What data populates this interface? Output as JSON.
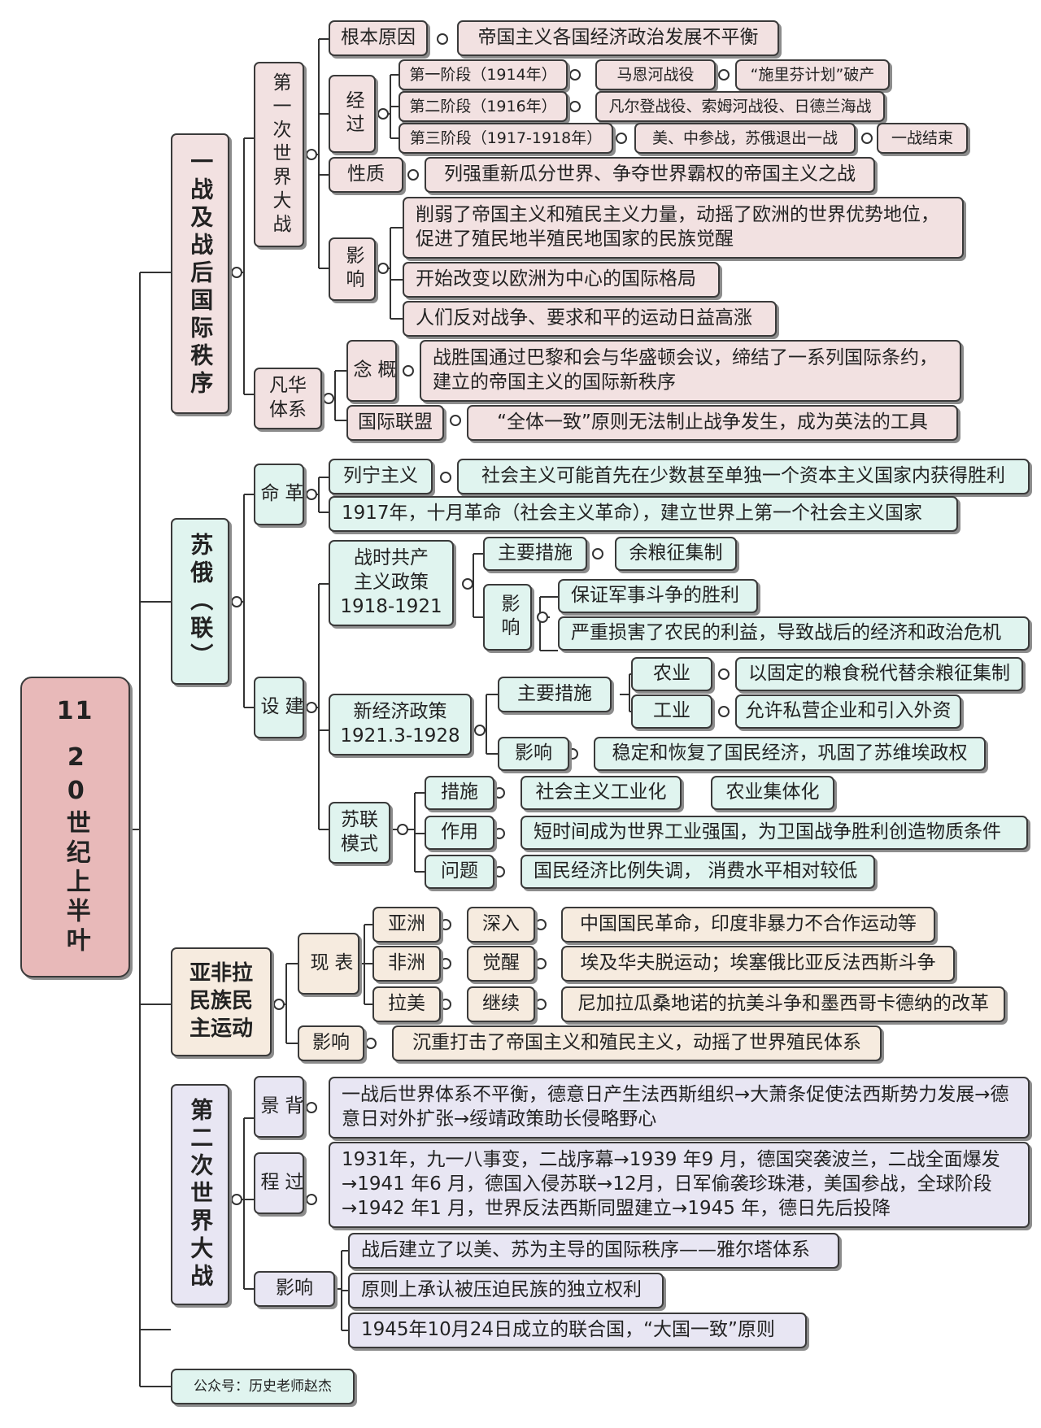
{
  "root": {
    "number": "11",
    "title": "20世纪上半叶"
  },
  "s1": {
    "title": "一战及战后国际秩序",
    "ww1": "第一次世界大战",
    "cause_label": "根本原因",
    "cause_text": "帝国主义各国经济政治发展不平衡",
    "course_label": "经过",
    "stage1": "第一阶段（1914年）",
    "stage1_a": "马恩河战役",
    "stage1_b": "“施里芬计划”破产",
    "stage2": "第二阶段（1916年）",
    "stage2_a": "凡尔登战役、索姆河战役、日德兰海战",
    "stage3": "第三阶段（1917-1918年）",
    "stage3_a": "美、中参战，苏俄退出一战",
    "stage3_b": "一战结束",
    "nature_label": "性质",
    "nature_text": "列强重新瓜分世界、争夺世界霸权的帝国主义之战",
    "impact_label": "影响",
    "impact1": "削弱了帝国主义和殖民主义力量，动摇了欧洲的世界优势地位，促进了殖民地半殖民地国家的民族觉醒",
    "impact2": "开始改变以欧洲为中心的国际格局",
    "impact3": "人们反对战争、要求和平的运动日益高涨",
    "vw": "凡华体系",
    "concept_label": "概念",
    "concept_text": "战胜国通过巴黎和会与华盛顿会议，缔结了一系列国际条约，建立的帝国主义的国际新秩序",
    "league": "国际联盟",
    "league_text": "“全体一致”原则无法制止战争发生，成为英法的工具"
  },
  "s2": {
    "title": "苏俄（联）",
    "rev": "革命",
    "leninism": "列宁主义",
    "leninism_text": "社会主义可能首先在少数甚至单独一个资本主义国家内获得胜利",
    "oct": "1917年，十月革命（社会主义革命），建立世界上第一个社会主义国家",
    "build": "建设",
    "wc1": "战时共产",
    "wc2": "主义政策",
    "wc3": "1918-1921",
    "wc_measure": "主要措施",
    "wc_measure_text": "余粮征集制",
    "wc_impact": "影响",
    "wc_impact1": "保证军事斗争的胜利",
    "wc_impact2": "严重损害了农民的利益，导致战后的经济和政治危机",
    "nep1": "新经济政策",
    "nep2": "1921.3-1928",
    "nep_measure": "主要措施",
    "agri": "农业",
    "agri_text": "以固定的粮食税代替余粮征集制",
    "ind": "工业",
    "ind_text": "允许私营企业和引入外资",
    "nep_impact": "影响",
    "nep_impact_text": "稳定和恢复了国民经济，巩固了苏维埃政权",
    "model": "苏联模式",
    "m_measure": "措施",
    "m_measure_a": "社会主义工业化",
    "m_measure_b": "农业集体化",
    "m_effect": "作用",
    "m_effect_text": "短时间成为世界工业强国，为卫国战争胜利创造物质条件",
    "m_problem": "问题",
    "m_problem_text": "国民经济比例失调， 消费水平相对较低"
  },
  "s3": {
    "title": "亚非拉民族民主运动",
    "show": "表现",
    "asia": "亚洲",
    "asia_k": "深入",
    "asia_text": "中国国民革命，印度非暴力不合作运动等",
    "africa": "非洲",
    "africa_k": "觉醒",
    "africa_text": "埃及华夫脱运动；埃塞俄比亚反法西斯斗争",
    "latam": "拉美",
    "latam_k": "继续",
    "latam_text": "尼加拉瓜桑地诺的抗美斗争和墨西哥卡德纳的改革",
    "impact": "影响",
    "impact_text": "沉重打击了帝国主义和殖民主义，动摇了世界殖民体系"
  },
  "s4": {
    "title": "第二次世界大战",
    "bg": "背景",
    "bg_text": "一战后世界体系不平衡，德意日产生法西斯组织→大萧条促使法西斯势力发展→德意日对外扩张→绥靖政策助长侵略野心",
    "proc": "过程",
    "proc_text": "1931年，九一八事变，二战序幕→1939 年9 月，德国突袭波兰，二战全面爆发→1941 年6 月，德国入侵苏联→12月，日军偷袭珍珠港，美国参战，全球阶段→1942 年1 月，世界反法西斯同盟建立→1945 年，德日先后投降",
    "impact": "影响",
    "impact1": "战后建立了以美、苏为主导的国际秩序——雅尔塔体系",
    "impact2": "原则上承认被压迫民族的独立权利",
    "impact3": "1945年10月24日成立的联合国，“大国一致”原则"
  },
  "footer": "公众号：历史老师赵杰"
}
